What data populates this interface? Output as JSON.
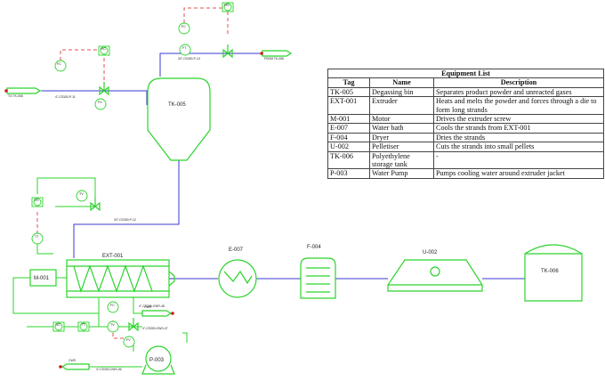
{
  "equipment_labels": {
    "tk005": "TK-005",
    "ext001": "EXT-001",
    "m001": "M-001",
    "e007": "E-007",
    "f004": "F-004",
    "u002": "U-002",
    "tk006": "TK-006",
    "p003": "P-003"
  },
  "line_labels": {
    "line_p11": "4\"-CS300-P-11",
    "line_p13": "20\"-CS300-P-13",
    "line_p12": "20\"-CS300-P-12",
    "line_cwr48": "4\"-CS300-CWR-48",
    "line_cws47": "4\"-CS300-CWS-47",
    "line_cws46": "4\"-CS300-CWS-46",
    "to_tk006": "TO TK-006",
    "from_tk006": "FROM TK-006",
    "cwr": "CWR",
    "cws": "CWS"
  },
  "instrument_labels": {
    "fc": "FC",
    "fic": "FIC",
    "ft": "FT",
    "tic": "TIC",
    "tt": "TT",
    "fv": "FV",
    "tv": "TV"
  },
  "equipment_list": {
    "title": "Equipment List",
    "headers": [
      "Tag",
      "Name",
      "Description"
    ],
    "rows": [
      {
        "tag": "TK-005",
        "name": "Degassing bin",
        "description": "Separates product powder and unreacted gases"
      },
      {
        "tag": "EXT-001",
        "name": "Extruder",
        "description": "Heats and melts the powder and forces through a die to form long strands"
      },
      {
        "tag": "M-001",
        "name": "Motor",
        "description": "Drives the extruder screw"
      },
      {
        "tag": "E-007",
        "name": "Water bath",
        "description": "Cools the strands from EXT-001"
      },
      {
        "tag": "F-004",
        "name": "Dryer",
        "description": "Dries the strands"
      },
      {
        "tag": "U-002",
        "name": "Pelletiser",
        "description": "Cuts the strands into small pellets"
      },
      {
        "tag": "TK-006",
        "name": "Polyethylene storage tank",
        "description": "-"
      },
      {
        "tag": "P-003",
        "name": "Water Pump",
        "description": "Pumps cooling water around extruder jacket"
      }
    ]
  },
  "colors": {
    "equipment": "#2bd42b",
    "process_line": "#3a3ad0",
    "signal_line": "#e05050",
    "background": "#ffffff"
  }
}
